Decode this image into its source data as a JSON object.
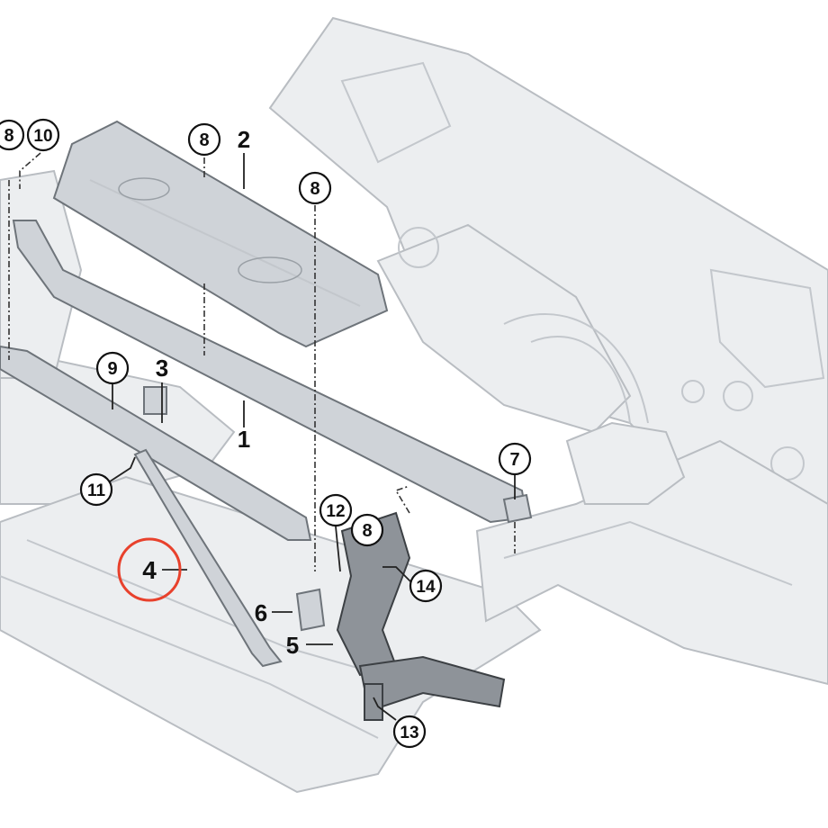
{
  "callouts": [
    {
      "id": "c8a",
      "text": "8",
      "style": "circle"
    },
    {
      "id": "c10",
      "text": "10",
      "style": "circle"
    },
    {
      "id": "c8b",
      "text": "8",
      "style": "circle"
    },
    {
      "id": "c2",
      "text": "2",
      "style": "plain"
    },
    {
      "id": "c8c",
      "text": "8",
      "style": "circle"
    },
    {
      "id": "c9",
      "text": "9",
      "style": "circle"
    },
    {
      "id": "c3",
      "text": "3",
      "style": "plain"
    },
    {
      "id": "c1",
      "text": "1",
      "style": "plain"
    },
    {
      "id": "c7",
      "text": "7",
      "style": "circle"
    },
    {
      "id": "c11",
      "text": "11",
      "style": "circle"
    },
    {
      "id": "c12",
      "text": "12",
      "style": "circle"
    },
    {
      "id": "c8d",
      "text": "8",
      "style": "circle"
    },
    {
      "id": "c14",
      "text": "14",
      "style": "circle"
    },
    {
      "id": "c4",
      "text": "4",
      "style": "highlighted"
    },
    {
      "id": "c6",
      "text": "6",
      "style": "plain"
    },
    {
      "id": "c5",
      "text": "5",
      "style": "plain"
    },
    {
      "id": "c13",
      "text": "13",
      "style": "circle"
    }
  ],
  "colors": {
    "highlight_ring": "#e8412c",
    "ghost_body": "#eceef0",
    "part_fill": "#cfd3d8",
    "part_dark": "#8e9399",
    "ink": "#111111"
  }
}
